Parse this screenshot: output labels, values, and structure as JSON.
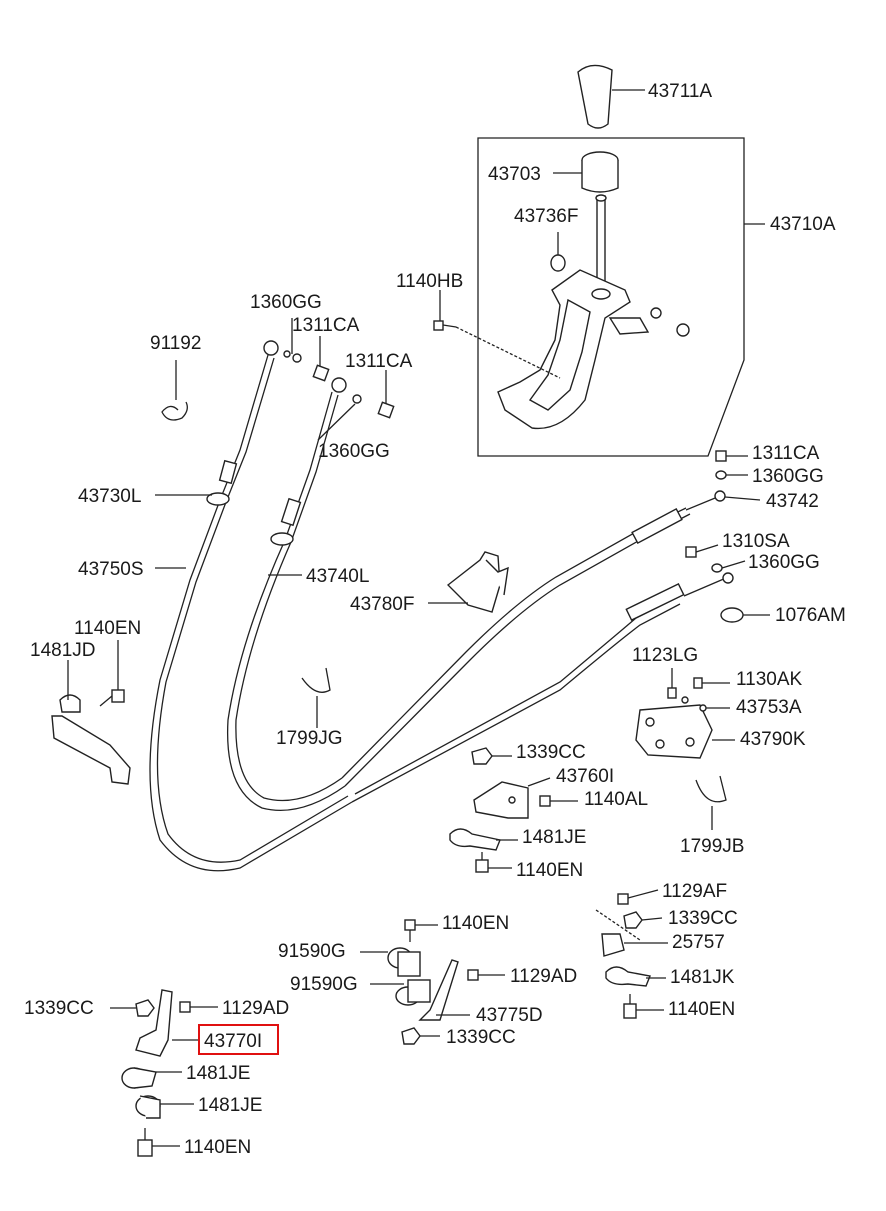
{
  "labels": {
    "l_43711A": "43711A",
    "l_43703": "43703",
    "l_43736F": "43736F",
    "l_43710A": "43710A",
    "l_1140HB": "1140HB",
    "l_1360GG_a": "1360GG",
    "l_1311CA_a": "1311CA",
    "l_91192": "91192",
    "l_1311CA_b": "1311CA",
    "l_1360GG_b": "1360GG",
    "l_1311CA_c": "1311CA",
    "l_1360GG_c": "1360GG",
    "l_43742": "43742",
    "l_43730L": "43730L",
    "l_1310SA": "1310SA",
    "l_1360GG_d": "1360GG",
    "l_43750S": "43750S",
    "l_43740L": "43740L",
    "l_43780F": "43780F",
    "l_1076AM": "1076AM",
    "l_1140EN_a": "1140EN",
    "l_1481JD": "1481JD",
    "l_1123LG": "1123LG",
    "l_1130AK": "1130AK",
    "l_43753A": "43753A",
    "l_1799JG": "1799JG",
    "l_43790K": "43790K",
    "l_1339CC_a": "1339CC",
    "l_43760I": "43760I",
    "l_1140AL": "1140AL",
    "l_1481JE_a": "1481JE",
    "l_1799JB": "1799JB",
    "l_1140EN_b": "1140EN",
    "l_1129AF": "1129AF",
    "l_1140EN_c": "1140EN",
    "l_1339CC_b": "1339CC",
    "l_91590G_a": "91590G",
    "l_25757": "25757",
    "l_1129AD_a": "1129AD",
    "l_1481JK": "1481JK",
    "l_91590G_b": "91590G",
    "l_1140EN_d": "1140EN",
    "l_1339CC_c": "1339CC",
    "l_1129AD_b": "1129AD",
    "l_43775D": "43775D",
    "l_43770I": "43770I",
    "l_1339CC_d": "1339CC",
    "l_1481JE_b": "1481JE",
    "l_1481JE_c": "1481JE",
    "l_1140EN_e": "1140EN"
  },
  "highlight": {
    "part": "43770I",
    "color": "#e01010"
  }
}
